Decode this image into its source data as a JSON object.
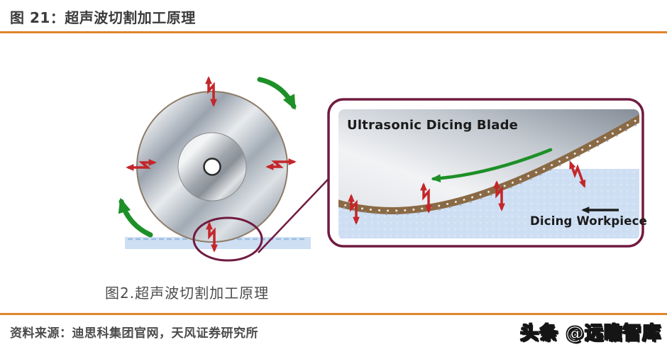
{
  "header": {
    "title": "图 21：超声波切割加工原理"
  },
  "figure": {
    "caption": "图2.超声波切割加工原理",
    "inset": {
      "blade_label": "Ultrasonic Dicing Blade",
      "workpiece_label": "Dicing Workpiece"
    }
  },
  "footer": {
    "source": "资料来源：迪思科集团官网，天风证券研究所",
    "watermark": "头条 @远瞻智库"
  },
  "colors": {
    "accent_orange": "#e0862c",
    "callout_maroon": "#701b40",
    "vibration_red": "#c4262a",
    "rotation_green": "#1d9027",
    "workpiece_blue": "#cfdff3",
    "rim_brown": "#8a6a45"
  }
}
